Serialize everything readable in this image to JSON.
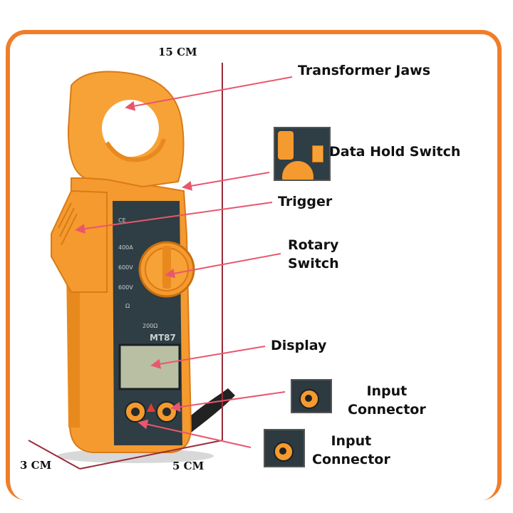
{
  "dimensions": {
    "height": "15 CM",
    "depth": "3 CM",
    "width": "5 CM"
  },
  "callouts": {
    "transformer_jaws": "Transformer Jaws",
    "data_hold_switch": "Data Hold Switch",
    "trigger": "Trigger",
    "rotary_switch_line1": "Rotary",
    "rotary_switch_line2": "Switch",
    "display": "Display",
    "input_connector_1_line1": "Input",
    "input_connector_1_line2": "Connector",
    "input_connector_2_line1": "Input",
    "input_connector_2_line2": "Connector"
  },
  "device": {
    "model": "MT87"
  },
  "colors": {
    "frame_orange": "#f07d2a",
    "body_orange": "#f59a2e",
    "faceplate": "#2f3d44",
    "leader_line": "#e8576e",
    "display_lcd": "#b9bfa2"
  }
}
